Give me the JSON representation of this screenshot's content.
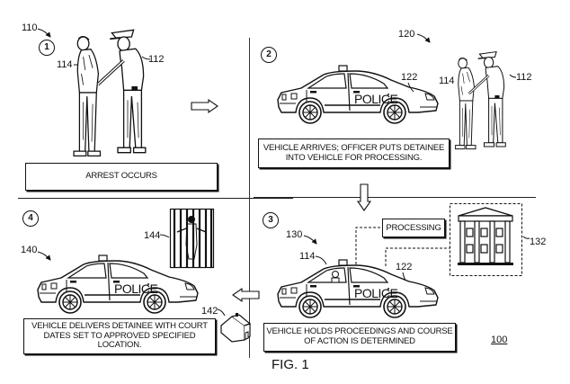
{
  "figure": {
    "title": "FIG. 1",
    "reference_number": "100"
  },
  "panels": [
    {
      "step": "1",
      "ref": "110",
      "caption": "ARREST OCCURS",
      "labels": {
        "detainee": "114",
        "officer": "112"
      }
    },
    {
      "step": "2",
      "ref": "120",
      "caption_line1": "VEHICLE ARRIVES; OFFICER PUTS DETAINEE",
      "caption_line2": "INTO VEHICLE FOR PROCESSING.",
      "labels": {
        "vehicle": "122",
        "detainee": "114",
        "officer": "112"
      },
      "vehicle_text": "POLICE"
    },
    {
      "step": "3",
      "ref": "130",
      "caption_line1": "VEHICLE HOLDS PROCEEDINGS AND COURSE",
      "caption_line2": "OF ACTION IS DETERMINED",
      "labels": {
        "detainee": "114",
        "vehicle": "122",
        "court": "132"
      },
      "processing_label": "PROCESSING",
      "vehicle_text": "POLICE"
    },
    {
      "step": "4",
      "ref": "140",
      "caption_line1": "VEHICLE DELIVERS DETAINEE WITH COURT",
      "caption_line2": "DATES SET TO APPROVED SPECIFIED LOCATION.",
      "labels": {
        "jail": "144",
        "home": "142"
      },
      "vehicle_text": "POLICE"
    }
  ],
  "flow_arrows": [
    "right",
    "down",
    "left"
  ]
}
